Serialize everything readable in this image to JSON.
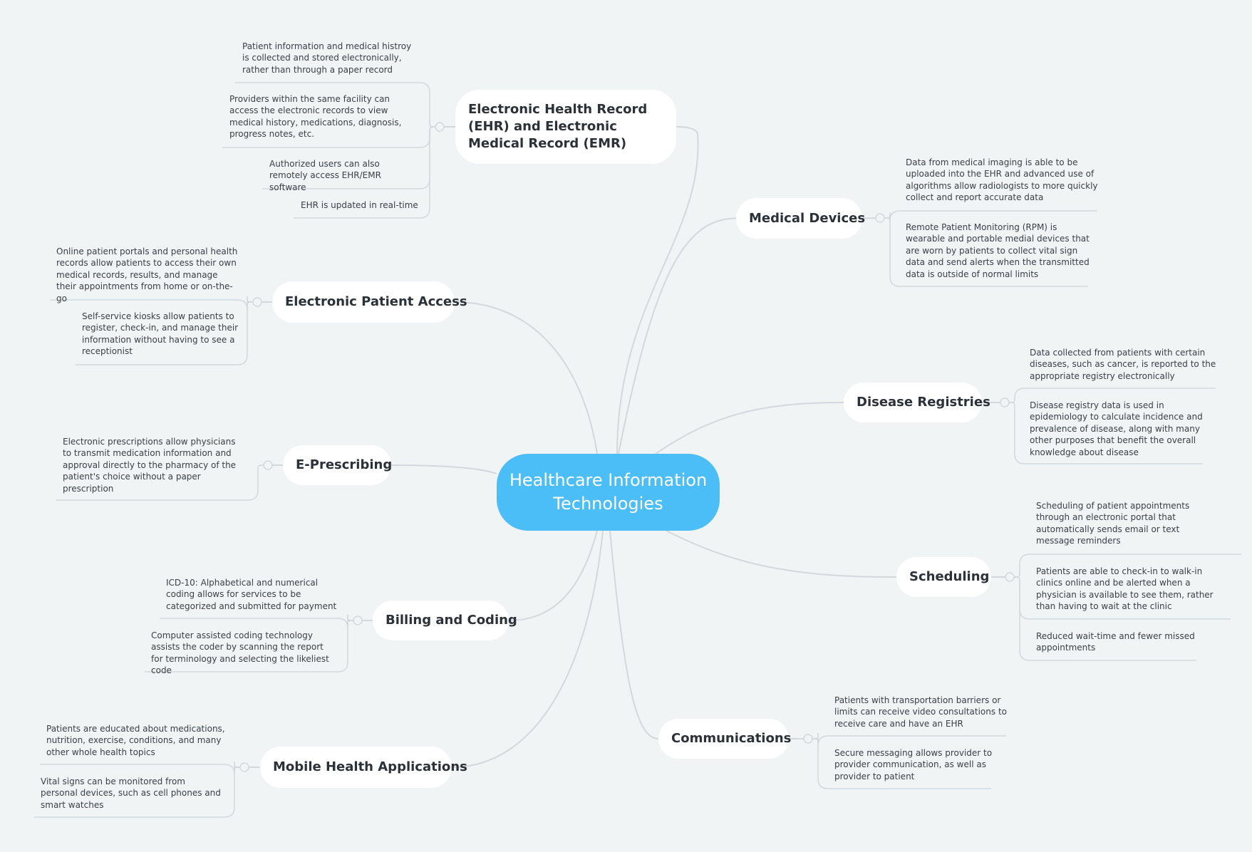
{
  "central": {
    "label": "Healthcare Information Technologies"
  },
  "colors": {
    "central_fill": "#4cbef7",
    "canvas": "#f0f4f5",
    "line": "#d3d8dc",
    "topic_fill": "#ffffff"
  },
  "topics": [
    {
      "id": "ehr",
      "label": "Electronic Health Record (EHR) and Electronic Medical Record (EMR)",
      "side": "left",
      "subtopics": [
        "Patient information and medical histroy is collected and stored electronically, rather than through a paper record",
        "Providers within the same facility can access the electronic records to view medical history, medications, diagnosis, progress notes, etc.",
        "Authorized users can also remotely access EHR/EMR software",
        "EHR is updated in real-time"
      ]
    },
    {
      "id": "patient-access",
      "label": "Electronic Patient Access",
      "side": "left",
      "subtopics": [
        "Online patient portals and personal health records allow patients to access their own medical records, results, and manage their appointments from home or on-the-go",
        "Self-service kiosks allow patients to register, check-in, and manage their information without having to see a receptionist"
      ]
    },
    {
      "id": "e-prescribing",
      "label": "E-Prescribing",
      "side": "left",
      "subtopics": [
        "Electronic prescriptions allow physicians to transmit medication information and approval directly to the pharmacy of the patient's choice without a paper prescription"
      ]
    },
    {
      "id": "billing",
      "label": "Billing and Coding",
      "side": "left",
      "subtopics": [
        "ICD-10: Alphabetical and numerical coding allows for services to be categorized and submitted for payment",
        "Computer assisted coding technology assists the coder by scanning the report for terminology and selecting the likeliest code"
      ]
    },
    {
      "id": "mobile",
      "label": "Mobile Health Applications",
      "side": "left",
      "subtopics": [
        "Patients are educated about medications, nutrition, exercise, conditions, and many other whole health topics",
        "Vital signs can be monitored from personal devices, such as cell phones and smart watches"
      ]
    },
    {
      "id": "devices",
      "label": "Medical Devices",
      "side": "right",
      "subtopics": [
        "Data from medical imaging is able to be uploaded into the EHR and advanced use of algorithms allow radiologists to more quickly collect and report accurate data",
        "Remote Patient Monitoring (RPM) is wearable and portable medial devices that are worn by patients to collect vital sign data and send alerts when the transmitted data is outside of normal limits"
      ]
    },
    {
      "id": "registries",
      "label": "Disease Registries",
      "side": "right",
      "subtopics": [
        "Data collected from patients with certain diseases, such as cancer, is reported to the appropriate registry electronically",
        "Disease registry data is used in epidemiology to calculate incidence and prevalence of disease, along with many other purposes that benefit the overall knowledge about disease"
      ]
    },
    {
      "id": "scheduling",
      "label": "Scheduling",
      "side": "right",
      "subtopics": [
        "Scheduling of patient appointments through an electronic portal that automatically sends email or text message reminders",
        "Patients are able to check-in to walk-in clinics online and be alerted when a physician is available to see them, rather than having to wait at the clinic",
        "Reduced wait-time and fewer missed appointments"
      ]
    },
    {
      "id": "communications",
      "label": "Communications",
      "side": "right",
      "subtopics": [
        "Patients with transportation barriers or limits can receive video consultations to receive care and have an EHR",
        "Secure messaging allows provider to provider communication, as well as provider to patient"
      ]
    }
  ]
}
